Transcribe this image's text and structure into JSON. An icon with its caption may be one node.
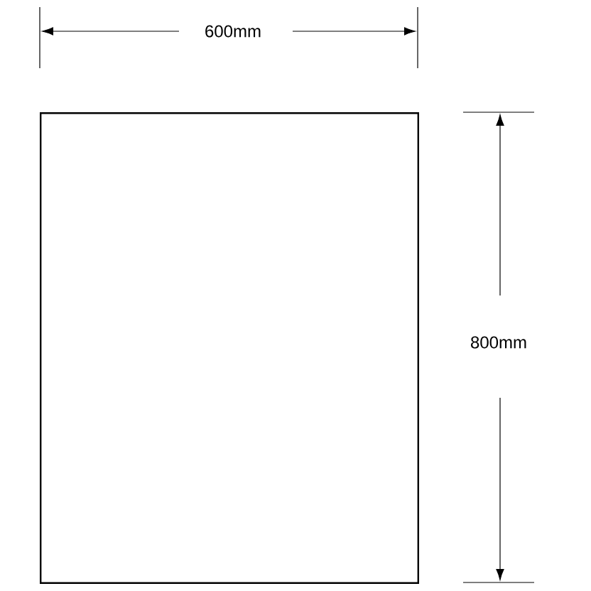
{
  "diagram": {
    "nodes": [
      {
        "text": [],
        "shape": "box"
      }
    ],
    "labels": [
      "600mm",
      "800mm"
    ]
  }
}
